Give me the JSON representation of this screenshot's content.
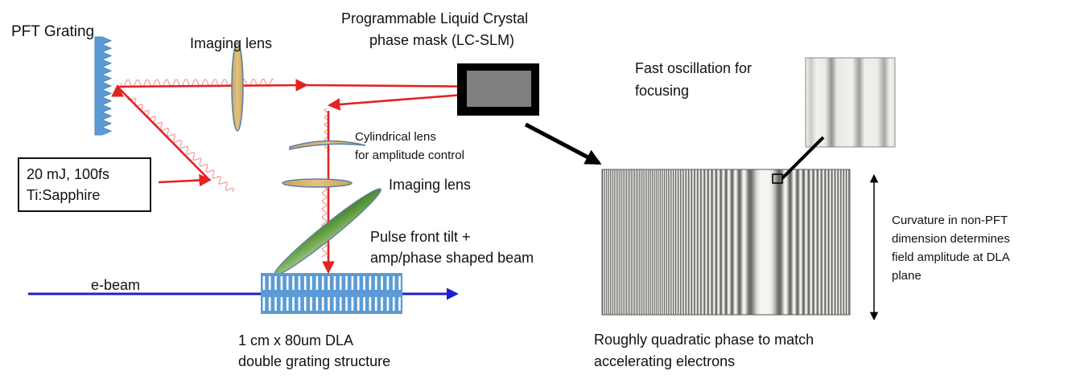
{
  "labels": {
    "pft_grating": "PFT Grating",
    "imaging_lens_top": "Imaging lens",
    "lc_slm_line1": "Programmable Liquid Crystal",
    "lc_slm_line2": "phase mask (LC-SLM)",
    "fast_osc_line1": "Fast oscillation  for",
    "fast_osc_line2": "focusing",
    "laser_line1": "20 mJ, 100fs",
    "laser_line2": "Ti:Sapphire",
    "cyl_lens_line1": "Cylindrical lens",
    "cyl_lens_line2": "for amplitude control",
    "imaging_lens_mid": "Imaging lens",
    "pulse_line1": "Pulse front tilt +",
    "pulse_line2": "amp/phase shaped beam",
    "ebeam": "e-beam",
    "dla_line1": "1 cm  x 80um  DLA",
    "dla_line2": "double grating structure",
    "quad_line1": "Roughly quadratic phase to match",
    "quad_line2": "accelerating  electrons",
    "curv_line1": "Curvature in non-PFT",
    "curv_line2": "dimension determines",
    "curv_line3": "field amplitude at DLA",
    "curv_line4": "plane"
  },
  "colors": {
    "laser": "#e32222",
    "ebeam": "#1f1fcc",
    "grating": "#5b9bd5",
    "lens_fill": "#d9b36b",
    "lens_stroke": "#5a7fa8",
    "slm_frame": "#000000",
    "slm_screen": "#7f7f7f",
    "wave": "#f2a0a0"
  },
  "icons": {
    "mask_detail": "zoom-inset-box",
    "pointer": "arrow-icon",
    "vertical_dim": "double-arrow-icon"
  }
}
